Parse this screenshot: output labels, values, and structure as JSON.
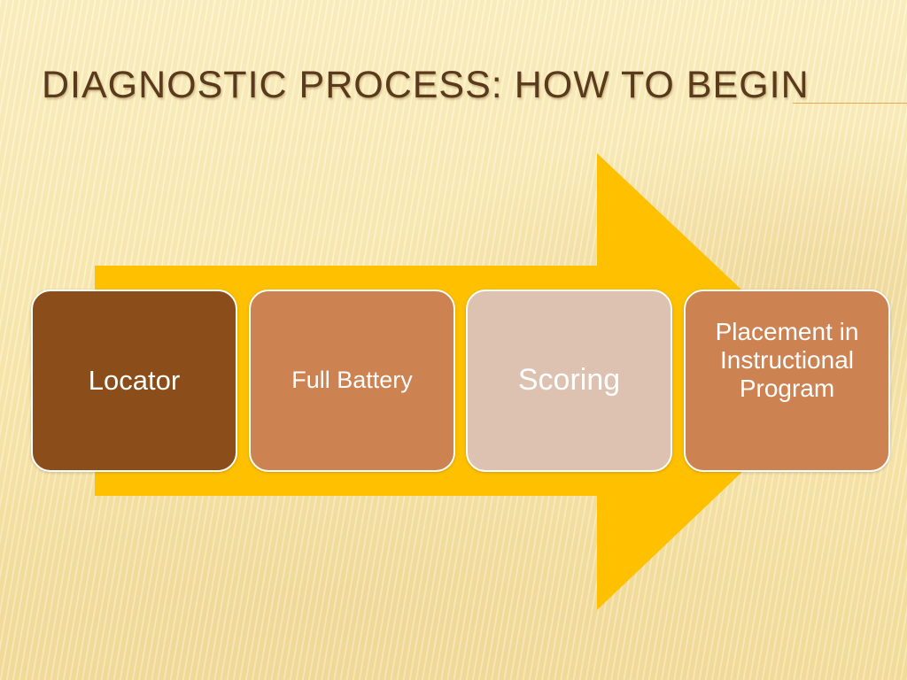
{
  "slide": {
    "title": "Diagnostic Process: How to Begin"
  },
  "steps": [
    {
      "label": "Locator",
      "color": "#8b4e1b"
    },
    {
      "label": "Full Battery",
      "color": "#cd8252"
    },
    {
      "label": "Scoring",
      "color": "#dec2b1"
    },
    {
      "label": "Placement in Instructional Program",
      "color": "#cd8252"
    }
  ],
  "colors": {
    "arrow": "#ffc000",
    "title": "#5a3a1c",
    "rule": "#e7a65a"
  }
}
